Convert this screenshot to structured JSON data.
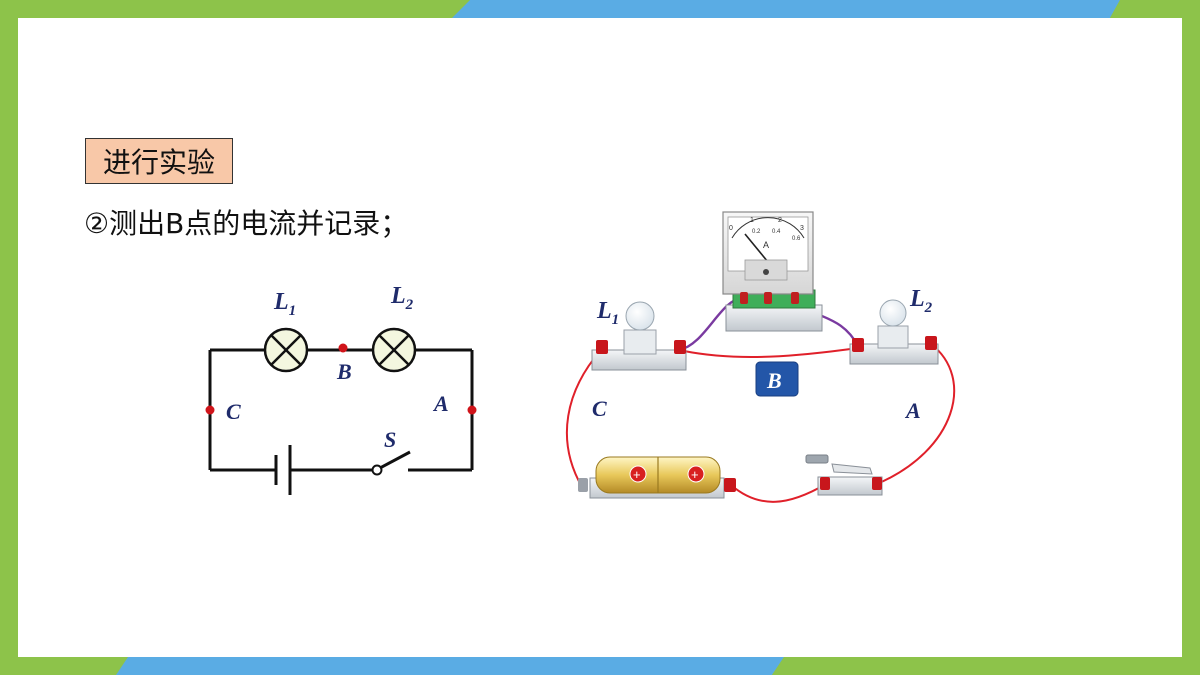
{
  "header": {
    "section_label": "进行实验",
    "step_text": "②测出B点的电流并记录；"
  },
  "schematic": {
    "lamp1": "L",
    "lamp1_sub": "1",
    "lamp2": "L",
    "lamp2_sub": "2",
    "point_b": "B",
    "point_c": "C",
    "point_a": "A",
    "switch": "S"
  },
  "real_circuit": {
    "lamp1": "L",
    "lamp1_sub": "1",
    "lamp2": "L",
    "lamp2_sub": "2",
    "point_b_badge": "B",
    "point_c": "C",
    "point_a": "A",
    "ammeter_unit": "A",
    "ammeter_scale_top": [
      "0",
      "1",
      "2",
      "3"
    ],
    "ammeter_scale_bottom": [
      "0.2",
      "0.4",
      "0.6"
    ]
  },
  "colors": {
    "frame_green": "#8dc34a",
    "frame_blue": "#5aace4",
    "label_navy": "#1f2b6b",
    "wire_red": "#e0202a",
    "wire_purple": "#7a3aa0",
    "badge_blue": "#2356a8",
    "tag_peach": "#f8c8a8"
  }
}
